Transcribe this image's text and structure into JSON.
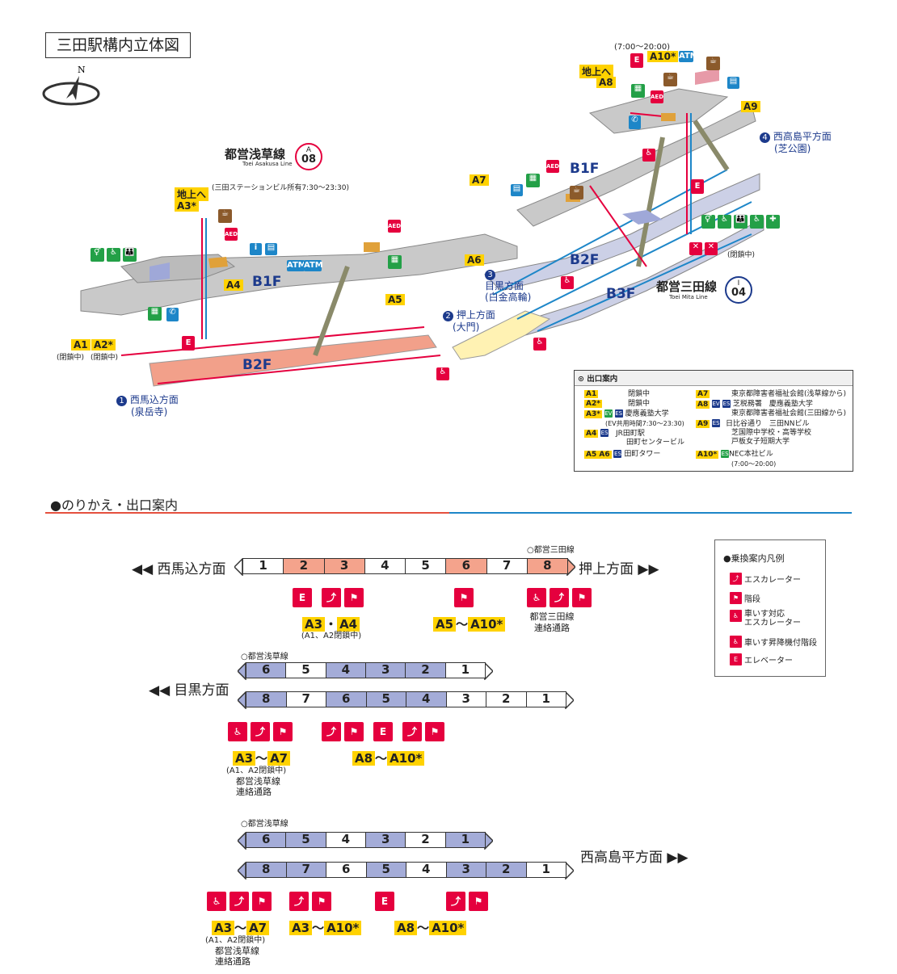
{
  "title": "三田駅構内立体図",
  "compass": "N",
  "lines": {
    "asakusa": {
      "name": "都営浅草線",
      "en": "Toei Asakusa Line",
      "code_letter": "A",
      "code_num": "08",
      "color": "#e5003e"
    },
    "mita": {
      "name": "都営三田線",
      "en": "Toei Mita Line",
      "code_letter": "I",
      "code_num": "04",
      "color": "#1c3a8c"
    }
  },
  "map": {
    "floors": {
      "b1f_left": "B1F",
      "b2f_left": "B2F",
      "b1f_right": "B1F",
      "b2f_right": "B2F",
      "b3f_right": "B3F"
    },
    "exits": {
      "a1": "A1",
      "a2": "A2*",
      "a3": "A3*",
      "a4": "A4",
      "a5": "A5",
      "a6": "A6",
      "a7": "A7",
      "a8": "A8",
      "a9": "A9",
      "a10": "A10*"
    },
    "closed_a1": "(閉鎖中)",
    "closed_a2": "(閉鎖中)",
    "to_ground_left": "地上へ",
    "to_ground_right": "地上へ",
    "station_building_note": "(三田ステーションビル所有7:30～23:30)",
    "a10_hours": "(7:00～20:00)",
    "closed_right": "(閉鎖中)",
    "directions": [
      {
        "num": "1",
        "line1": "西馬込方面",
        "line2": "(泉岳寺)"
      },
      {
        "num": "2",
        "line1": "押上方面",
        "line2": "(大門)"
      },
      {
        "num": "3",
        "line1": "目黒方面",
        "line2": "(白金高輪)"
      },
      {
        "num": "4",
        "line1": "西高島平方面",
        "line2": "(芝公園)"
      }
    ],
    "icons": {
      "atm": "ATM",
      "aed": "AED",
      "ev": "E"
    }
  },
  "exit_legend": {
    "header": "出口案内",
    "rows_left": [
      {
        "tag": "A1",
        "text": "閉鎖中"
      },
      {
        "tag": "A2*",
        "text": "閉鎖中"
      },
      {
        "tag": "A3*",
        "text": "慶應義塾大学",
        "sub": "(EV共用時間7:30～23:30)"
      },
      {
        "tag": "A4",
        "text": "JR田町駅",
        "sub": "田町センタービル"
      },
      {
        "tag": "A5 A6",
        "text": "田町タワー"
      }
    ],
    "rows_right": [
      {
        "tag": "A7",
        "text": "東京都障害者福祉会館(浅草線から)"
      },
      {
        "tag": "A8",
        "text": "芝税務署　慶應義塾大学",
        "sub": "東京都障害者福祉会館(三田線から)"
      },
      {
        "tag": "A9",
        "text": "日比谷通り　三田NNビル",
        "sub": "芝国際中学校・高等学校",
        "sub2": "戸板女子短期大学"
      },
      {
        "tag": "A10*",
        "text": "NEC本社ビル",
        "sub": "(7:00～20:00)"
      }
    ],
    "ev_label": "EV",
    "es_label": "ES"
  },
  "transfer": {
    "section_title": "●のりかえ・出口案内",
    "asakusa_platform": {
      "line_label": "○都営三田線",
      "left_dest": "◀◀ 西馬込方面",
      "right_dest": "押上方面 ▶▶",
      "cars": [
        "1",
        "2",
        "3",
        "4",
        "5",
        "6",
        "7",
        "8"
      ],
      "highlight": [
        false,
        true,
        true,
        false,
        false,
        true,
        false,
        true
      ],
      "exit_a": "A3",
      "exit_a_sep": "・",
      "exit_b": "A4",
      "exit_note": "(A1、A2閉鎖中)",
      "exit_c": "A5",
      "exit_c_sep": "～",
      "exit_d": "A10*",
      "mita_note_1": "都営三田線",
      "mita_note_2": "連絡通路"
    },
    "meguro_platform": {
      "line_label": "○都営浅草線",
      "dest": "◀◀ 目黒方面",
      "train6": [
        "6",
        "5",
        "4",
        "3",
        "2",
        "1"
      ],
      "train6_hl": [
        true,
        false,
        true,
        true,
        true,
        false
      ],
      "train8": [
        "8",
        "7",
        "6",
        "5",
        "4",
        "3",
        "2",
        "1"
      ],
      "train8_hl": [
        true,
        false,
        true,
        true,
        true,
        false,
        false,
        false
      ],
      "exit_a": "A3",
      "exit_sep": "～",
      "exit_b": "A7",
      "note1": "(A1、A2閉鎖中)",
      "note2": "都営浅草線",
      "note3": "連絡通路",
      "exit_c": "A8",
      "exit_d": "A10*"
    },
    "takashimadaira_platform": {
      "line_label": "○都営浅草線",
      "dest": "西高島平方面 ▶▶",
      "train6": [
        "6",
        "5",
        "4",
        "3",
        "2",
        "1"
      ],
      "train6_hl": [
        true,
        true,
        false,
        true,
        false,
        true
      ],
      "train8": [
        "8",
        "7",
        "6",
        "5",
        "4",
        "3",
        "2",
        "1"
      ],
      "train8_hl": [
        true,
        true,
        false,
        true,
        false,
        true,
        true,
        false
      ],
      "exit_a": "A3",
      "exit_sep": "～",
      "exit_b": "A7",
      "exit_c": "A3",
      "exit_d": "A10*",
      "exit_e": "A8",
      "exit_f": "A10*",
      "note1": "(A1、A2閉鎖中)",
      "note2": "都営浅草線",
      "note3": "連絡通路"
    }
  },
  "legend": {
    "title": "●乗換案内凡例",
    "items": [
      "エスカレーター",
      "階段",
      "車いす対応",
      "エスカレーター",
      "車いす昇降機付階段",
      "エレベーター"
    ]
  },
  "colors": {
    "asakusa_red": "#e5003e",
    "mita_blue": "#1c3a8c",
    "platform_red": "#f4a38c",
    "platform_blue": "#a4acd8",
    "exit_yellow": "#ffd200"
  }
}
